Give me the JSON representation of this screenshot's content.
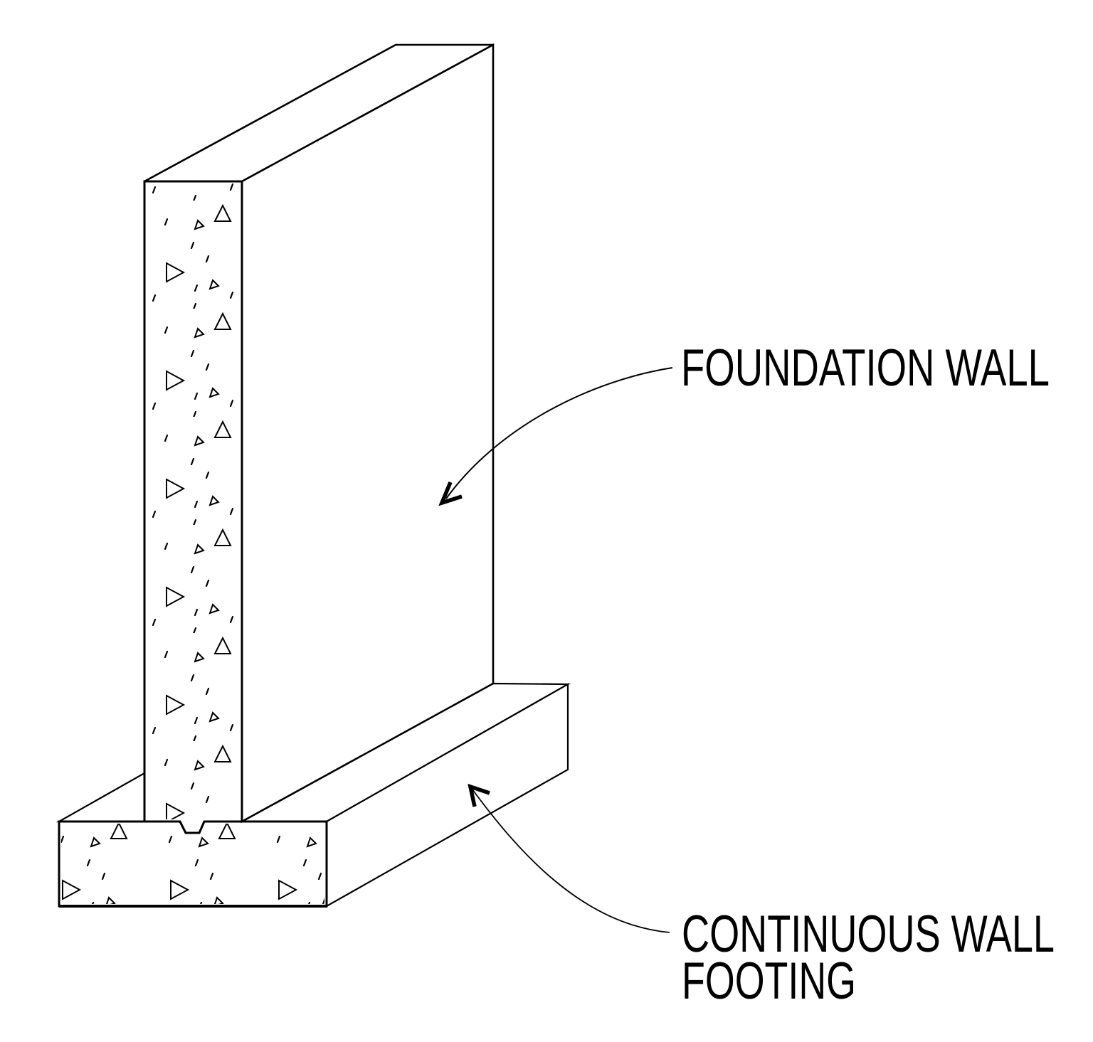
{
  "diagram": {
    "kind": "sectional-axonometric-construction-detail",
    "background_color": "#ffffff",
    "line_color": "#000000",
    "labels": {
      "wall": "FOUNDATION WALL",
      "footing_line1": "CONTINUOUS WALL",
      "footing_line2": "FOOTING"
    }
  }
}
